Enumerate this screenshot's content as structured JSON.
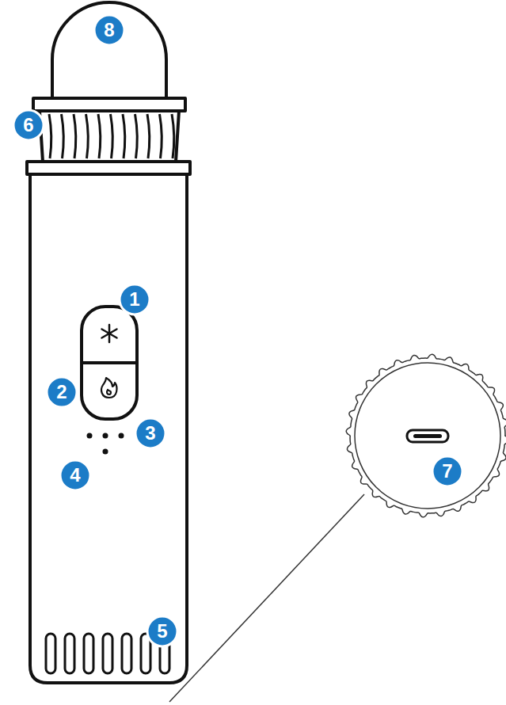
{
  "diagram": {
    "labels": [
      "8",
      "6",
      "1",
      "2",
      "3",
      "4",
      "5",
      "7"
    ]
  }
}
